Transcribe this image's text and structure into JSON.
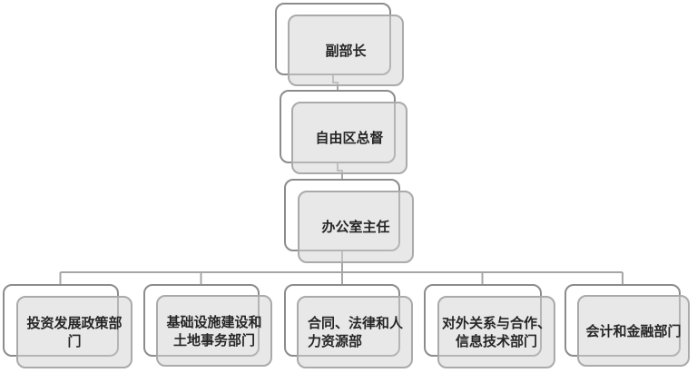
{
  "diagram": {
    "type": "org_chart",
    "background": "#ffffff",
    "nodes": [
      {
        "id": "vice-minister",
        "level": 0,
        "label": "副部长"
      },
      {
        "id": "free-zone-governor",
        "level": 1,
        "label": "自由区总督"
      },
      {
        "id": "office-director",
        "level": 2,
        "label": "办公室主任"
      },
      {
        "id": "dept-investment",
        "level": 3,
        "label": "投资发展政策部\n门"
      },
      {
        "id": "dept-infrastructure",
        "level": 3,
        "label": "基础设施建设和\n土地事务部门"
      },
      {
        "id": "dept-legal-hr",
        "level": 3,
        "label": "合同、法律和人\n力资源部"
      },
      {
        "id": "dept-external-it",
        "level": 3,
        "label": "对外关系与合作、\n信息技术部门"
      },
      {
        "id": "dept-accounting",
        "level": 3,
        "label": "会计和金融部门"
      }
    ],
    "edges": [
      {
        "from": "vice-minister",
        "to": "free-zone-governor"
      },
      {
        "from": "free-zone-governor",
        "to": "office-director"
      },
      {
        "from": "office-director",
        "to": "dept-investment"
      },
      {
        "from": "office-director",
        "to": "dept-infrastructure"
      },
      {
        "from": "office-director",
        "to": "dept-legal-hr"
      },
      {
        "from": "office-director",
        "to": "dept-external-it"
      },
      {
        "from": "office-director",
        "to": "dept-accounting"
      }
    ],
    "colors": {
      "back_card_fill": "#ffffff",
      "back_card_border": "#8c8c8c",
      "front_card_fill": "#e6e6e6",
      "front_card_border": "#aaaaaa",
      "connector": "#a6a6a6",
      "text": "#262626"
    }
  }
}
